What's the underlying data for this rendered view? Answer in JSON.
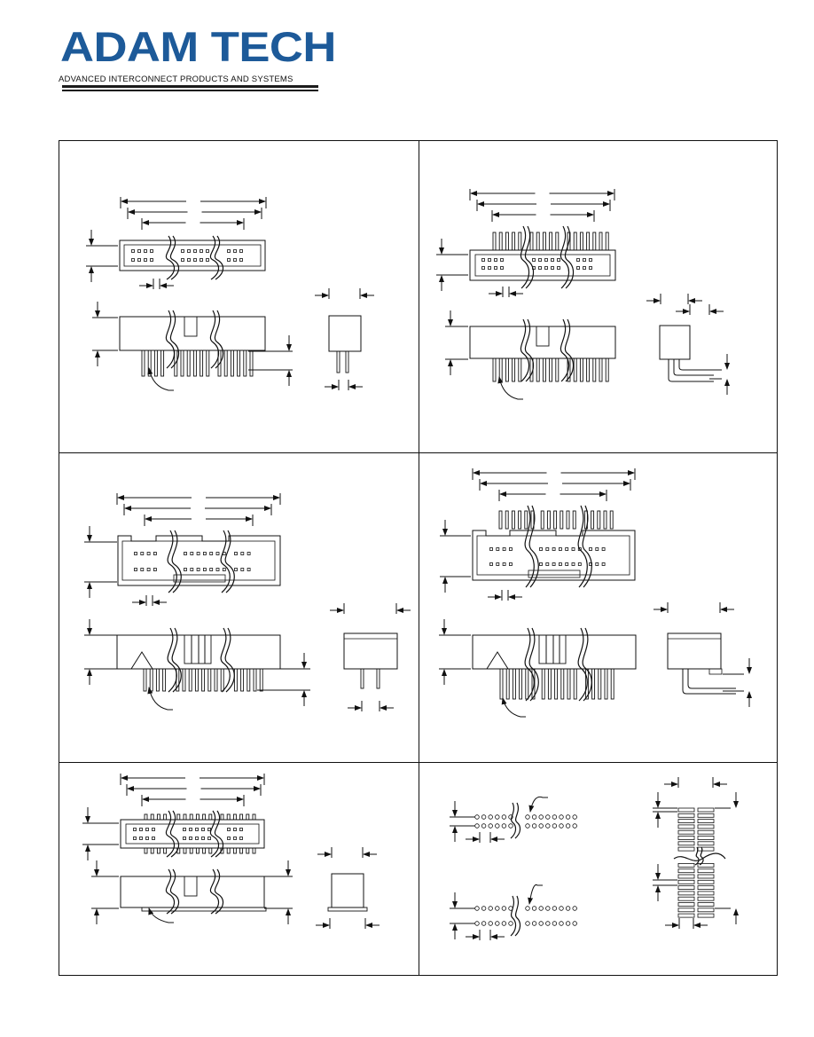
{
  "header": {
    "company_name": "ADAM TECH",
    "tagline": "ADVANCED INTERCONNECT PRODUCTS AND SYSTEMS",
    "brand_color": "#1d5a99"
  },
  "sheet": {
    "line_color": "#111111",
    "panels": [
      {
        "id": "top-left",
        "view": "straight header, unshrouded"
      },
      {
        "id": "top-right",
        "view": "right angle header"
      },
      {
        "id": "middle-left",
        "view": "straight box header"
      },
      {
        "id": "middle-right",
        "view": "right angle box header"
      },
      {
        "id": "bottom-left",
        "view": "straight box header, SMT"
      },
      {
        "id": "bottom-right",
        "view": "PCB layouts"
      }
    ]
  }
}
